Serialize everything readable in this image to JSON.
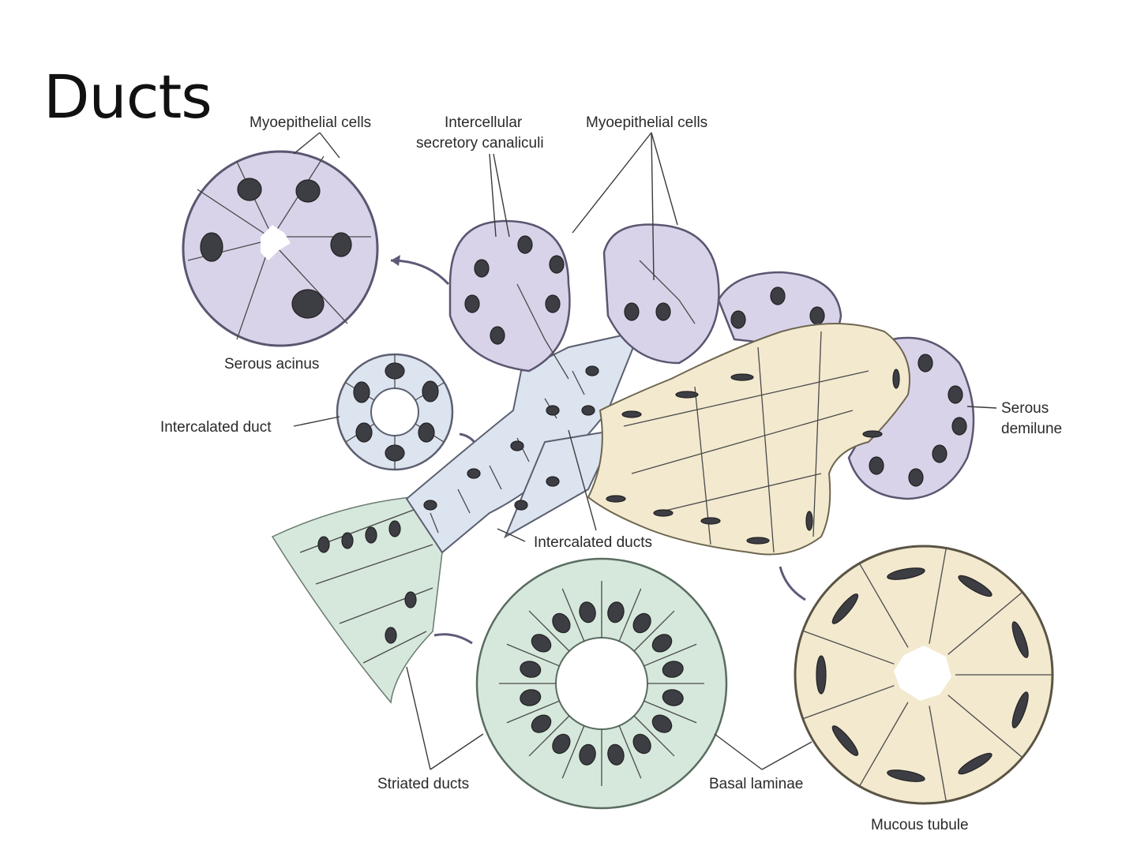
{
  "title": "Ducts",
  "labels": {
    "myoepithelial_left": "Myoepithelial cells",
    "canaliculi_line1": "Intercellular",
    "canaliculi_line2": "secretory canaliculi",
    "myoepithelial_right": "Myoepithelial cells",
    "serous_acinus": "Serous acinus",
    "intercalated_duct": "Intercalated duct",
    "serous_demilune_line1": "Serous",
    "serous_demilune_line2": "demilune",
    "intercalated_ducts": "Intercalated ducts",
    "striated_ducts": "Striated ducts",
    "basal_laminae": "Basal laminae",
    "mucous_tubule": "Mucous tubule"
  },
  "colors": {
    "serous": "#d9d3ea",
    "serous_edge": "#5b5670",
    "intercalated": "#dce4f0",
    "striated": "#d6e8dc",
    "mucous": "#f2e9cf",
    "nucleus": "#3d3d44"
  }
}
